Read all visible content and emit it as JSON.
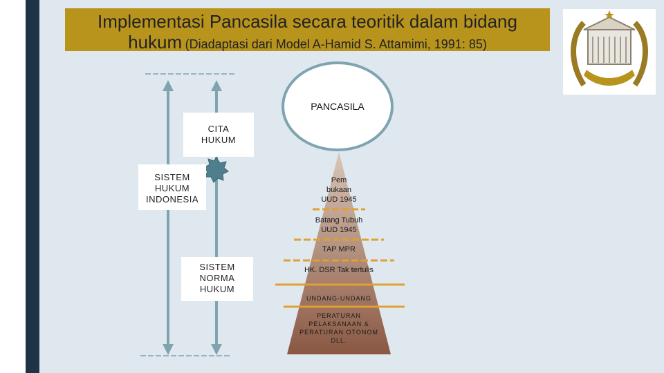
{
  "title": {
    "line1": "Implementasi Pancasila secara teoritik dalam bidang",
    "line2_main": "hukum",
    "line2_sub": "(Diadaptasi dari Model A-Hamid S. Attamimi, 1991: 85)"
  },
  "labels": {
    "pancasila": "PANCASILA",
    "cita_hukum_1": "CITA",
    "cita_hukum_2": "HUKUM",
    "sistem_hukum_1": "SISTEM",
    "sistem_hukum_2": "HUKUM",
    "sistem_hukum_3": "INDONESIA",
    "sistem_norma_1": "SISTEM",
    "sistem_norma_2": "NORMA",
    "sistem_norma_3": "HUKUM"
  },
  "pyramid": {
    "pembukaan_1": "Pem",
    "pembukaan_2": "bukaan",
    "pembukaan_3": "UUD 1945",
    "batang_1": "Batang Tubuh",
    "batang_2": "UUD 1945",
    "tap": "TAP MPR",
    "hk": "HK. DSR Tak tertulis",
    "uu": "UNDANG-UNDANG",
    "pp_1": "PERATURAN",
    "pp_2": "PELAKSANAAN &",
    "pp_3": "PERATURAN OTONOM",
    "pp_4": "DLL."
  },
  "colors": {
    "accent_gold": "#b8941d",
    "sidebar_dark": "#1f3347",
    "arrow_teal": "#7fa4b0",
    "pyramid_top": "#d7c2b3",
    "pyramid_bottom": "#8c5a45",
    "divider_orange": "#e0a030",
    "star_fill": "#4f7f8e"
  }
}
